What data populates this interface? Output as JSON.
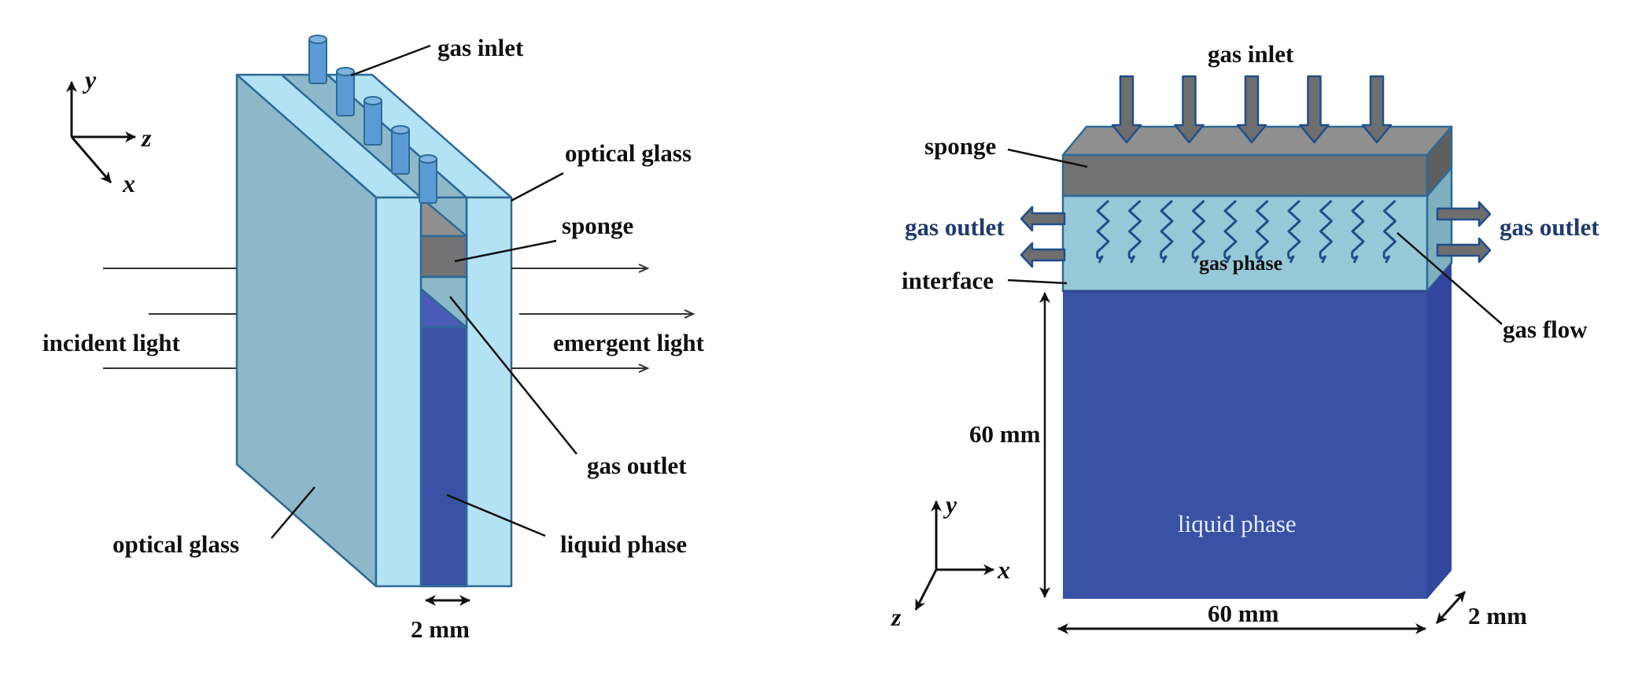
{
  "left_panel": {
    "axes": {
      "y": "y",
      "z": "z",
      "x": "x"
    },
    "labels": {
      "gas_inlet": "gas inlet",
      "optical_glass_right": "optical glass",
      "sponge": "sponge",
      "incident_light": "incident light",
      "emergent_light": "emergent light",
      "gas_outlet": "gas outlet",
      "optical_glass_left": "optical glass",
      "liquid_phase": "liquid phase",
      "gap_dimension": "2 mm"
    },
    "inlet_tube_count": 5,
    "incident_arrow_count": 3,
    "emergent_arrow_count": 3
  },
  "right_panel": {
    "axes": {
      "y": "y",
      "x": "x",
      "z": "z"
    },
    "labels": {
      "gas_inlet": "gas inlet",
      "sponge": "sponge",
      "gas_outlet_left": "gas outlet",
      "gas_outlet_right": "gas outlet",
      "gas_phase": "gas phase",
      "interface": "interface",
      "gas_flow": "gas flow",
      "height_dimension": "60 mm",
      "liquid_phase": "liquid phase",
      "width_dimension": "60 mm",
      "depth_dimension": "2 mm"
    },
    "inlet_arrow_count": 5,
    "gas_flow_spring_count": 10
  },
  "colors": {
    "glass_front": "#8db8c9",
    "glass_light": "#b3e2f5",
    "glass_edge": "#2d6a96",
    "sponge_dark": "#737373",
    "sponge_light": "#8f8f8f",
    "liquid": "#3a52a5",
    "liquid_light": "#4a5bb8",
    "gas_phase": "#96c8d8",
    "tube": "#5b9bd5",
    "arrow_gray": "#6e6e6e",
    "label_blue": "#1f3a6e"
  }
}
